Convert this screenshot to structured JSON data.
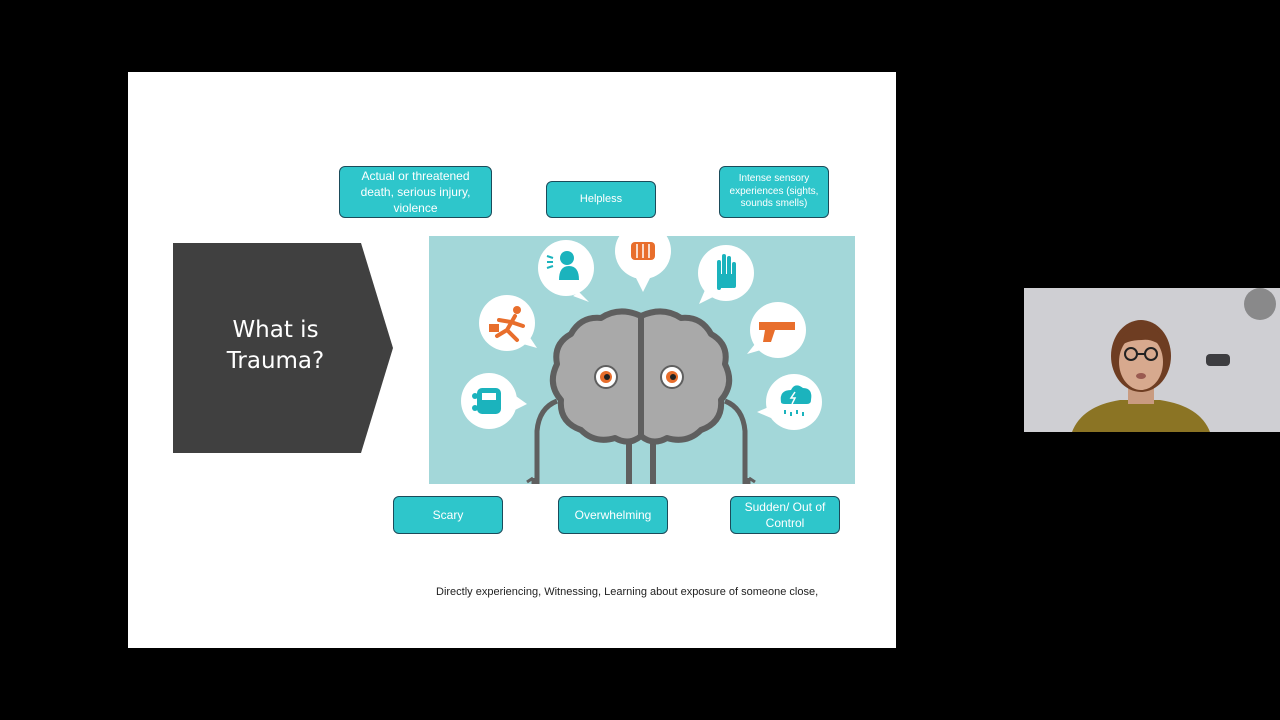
{
  "slide": {
    "title": "What is\nTrauma?",
    "boxes": {
      "actual": "Actual or threatened death, serious injury, violence",
      "helpless": "Helpless",
      "sensory": "Intense sensory experiences (sights, sounds smells)",
      "scary": "Scary",
      "overwhelming": "Overwhelming",
      "sudden": "Sudden/ Out of Control"
    },
    "footnote": "Directly experiencing,  Witnessing, Learning about exposure of someone close,"
  },
  "colors": {
    "chevron": "#404040",
    "box_fill": "#2ec6cb",
    "illustration_bg": "#a3d7d9",
    "icon_orange": "#e86e2c",
    "icon_teal": "#1bb3bd"
  },
  "icons": [
    "car-crash-icon",
    "running-person-icon",
    "shouting-person-icon",
    "fist-icon",
    "hand-stop-icon",
    "gun-icon",
    "storm-cloud-icon",
    "brain-character-icon"
  ]
}
